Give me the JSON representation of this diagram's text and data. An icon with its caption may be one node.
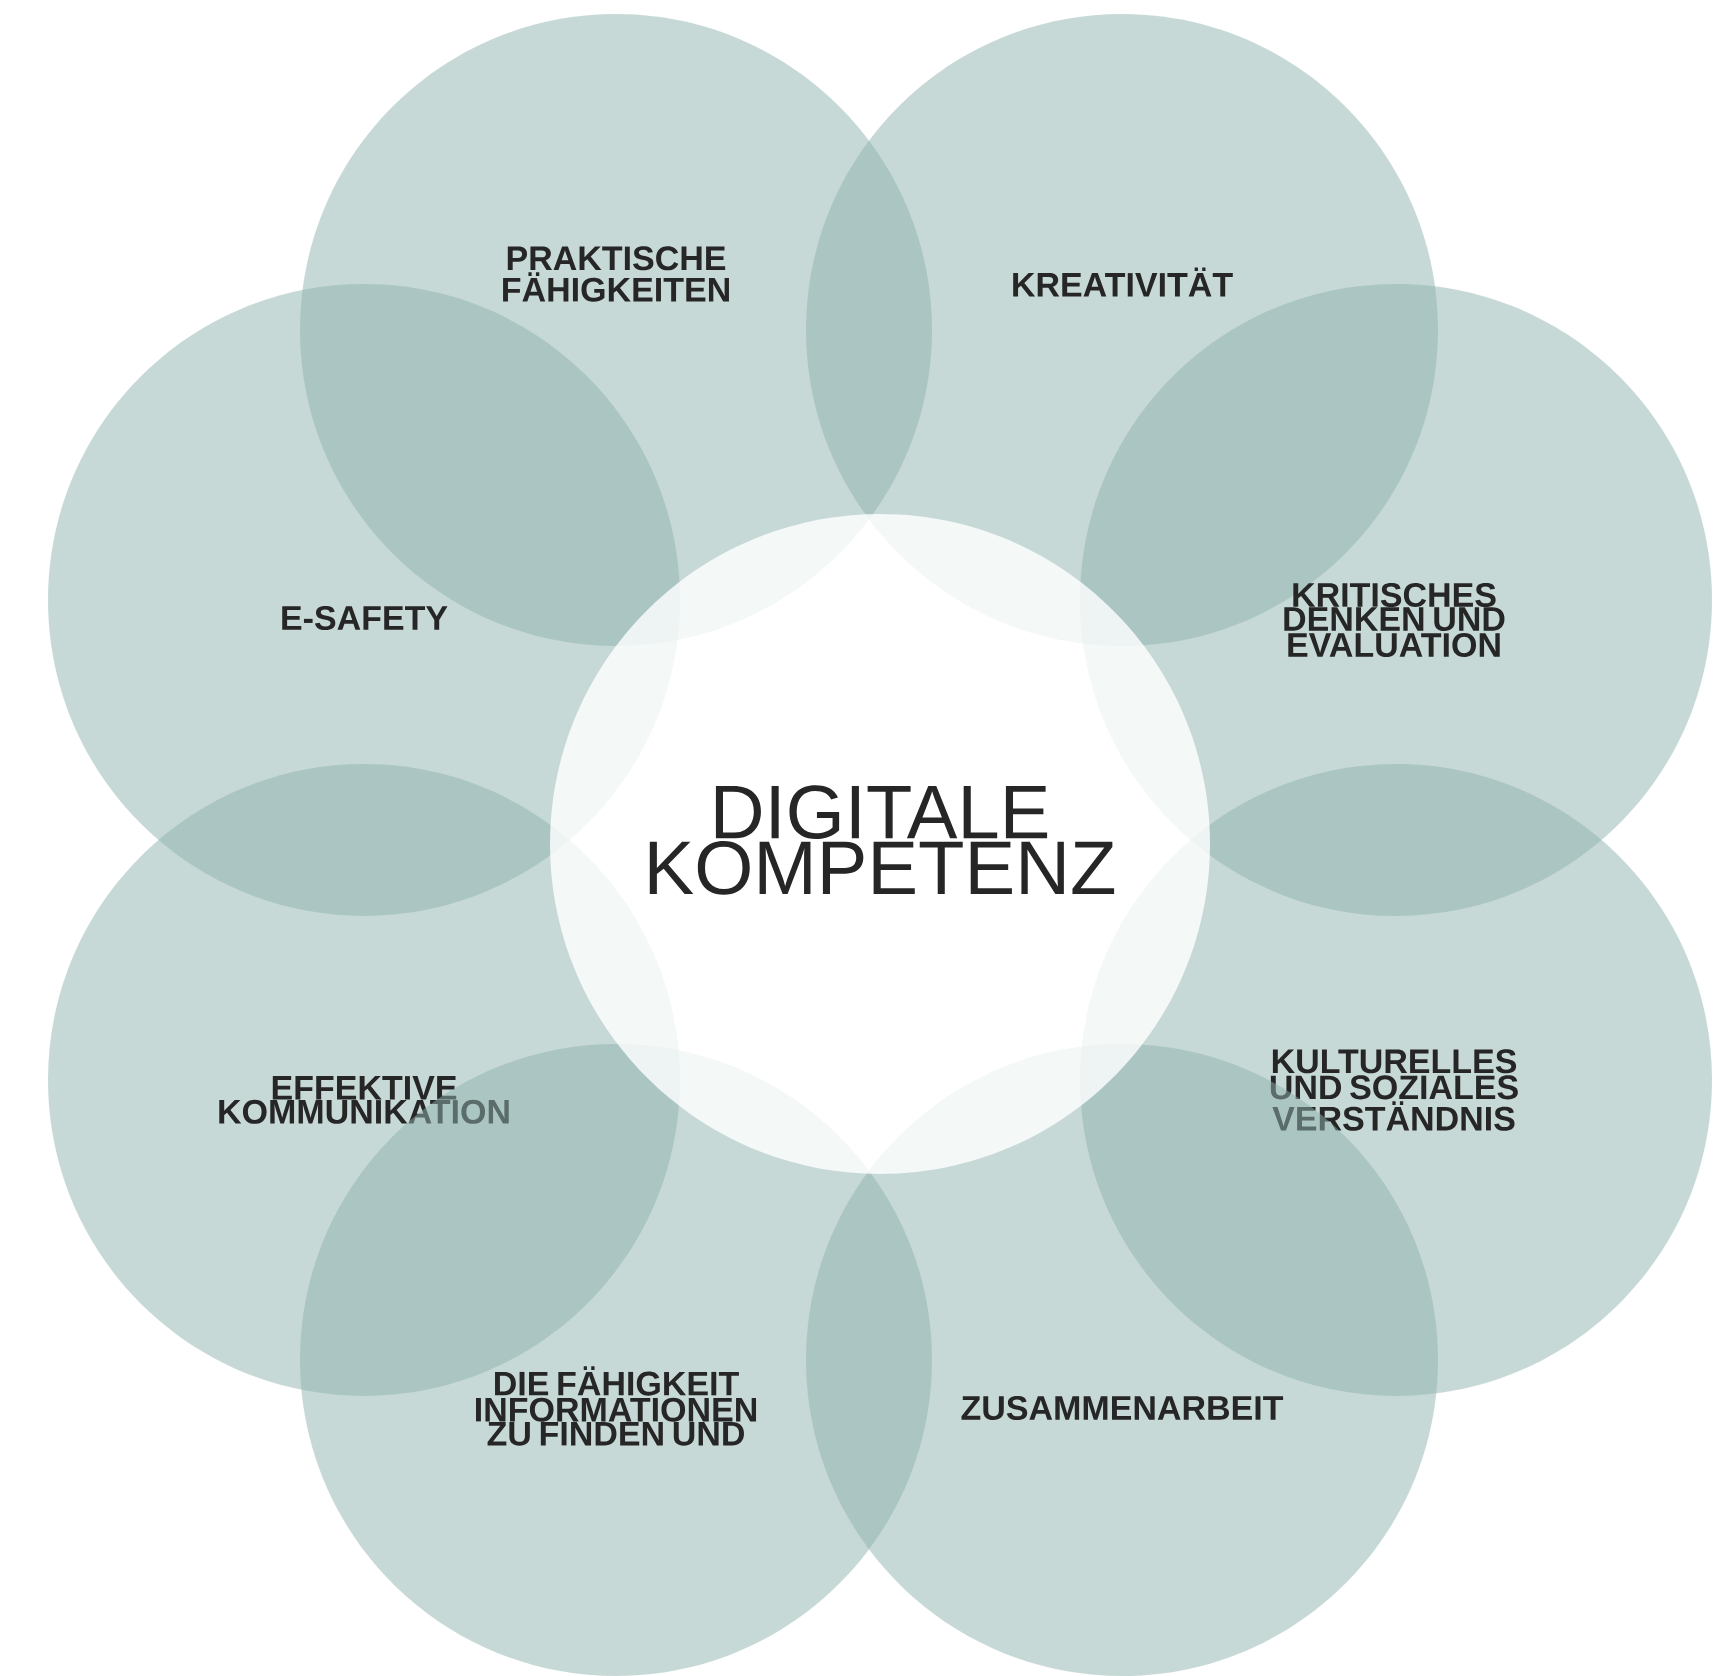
{
  "diagram": {
    "nodes": [
      {
        "text": [
          "DIGITALE KOMPETENZ"
        ]
      },
      {
        "text": [
          "PRAKTISCHE FÄHIGKEITEN"
        ]
      },
      {
        "text": [
          "KREATIVITÄT"
        ]
      },
      {
        "text": [
          "E-SAFETY"
        ]
      },
      {
        "text": [
          "KRITISCHES DENKEN UND EVALUATION"
        ]
      },
      {
        "text": [
          "EFFEKTIVE KOMMUNIKATION"
        ]
      },
      {
        "text": [
          "KULTURELLES UND SOZIALES VERSTÄNDNIS"
        ]
      },
      {
        "text": [
          "DIE FÄHIGKEIT INFORMATIONEN ZU FINDEN UND"
        ]
      },
      {
        "text": [
          "ZUSAMMENARBEIT"
        ]
      }
    ]
  }
}
